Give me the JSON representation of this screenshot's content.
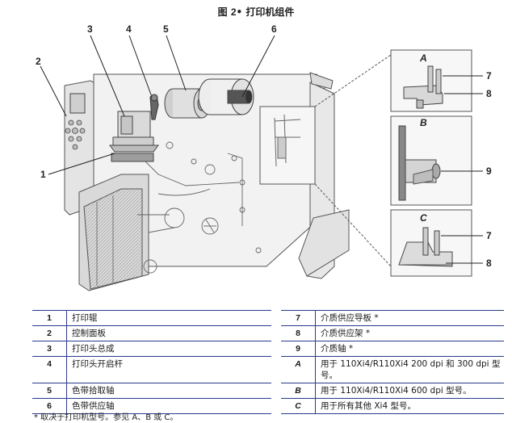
{
  "title": {
    "prefix": "图",
    "number": "2",
    "bullet": "•",
    "caption": "打印机组件"
  },
  "callouts": {
    "main": [
      "1",
      "2",
      "3",
      "4",
      "5",
      "6"
    ],
    "insets": [
      "7",
      "8",
      "9",
      "7",
      "8"
    ],
    "inset_letters": [
      "A",
      "B",
      "C"
    ]
  },
  "legend_left": [
    {
      "key": "1",
      "label": "打印辊"
    },
    {
      "key": "2",
      "label": "控制面板"
    },
    {
      "key": "3",
      "label": "打印头总成"
    },
    {
      "key": "4",
      "label": "打印头开启杆"
    },
    {
      "key": "5",
      "label": "色带拾取轴"
    },
    {
      "key": "6",
      "label": "色带供应轴"
    }
  ],
  "legend_right": [
    {
      "key": "7",
      "label": "介质供应导板 *"
    },
    {
      "key": "8",
      "label": "介质供应架 *"
    },
    {
      "key": "9",
      "label": "介质轴 *"
    },
    {
      "key": "A",
      "label": "用于 110Xi4/R110Xi4 200 dpi 和 300 dpi 型号。"
    },
    {
      "key": "B",
      "label": "用于 110Xi4/R110Xi4 600 dpi 型号。"
    },
    {
      "key": "C",
      "label": "用于所有其他 Xi4 型号。"
    }
  ],
  "footnote": "*  取决于打印机型号。参见 A、B 或 C。",
  "colors": {
    "rule": "#2b3a8c",
    "drawing_line": "#444444",
    "drawing_fill": "#e6e6e6"
  }
}
